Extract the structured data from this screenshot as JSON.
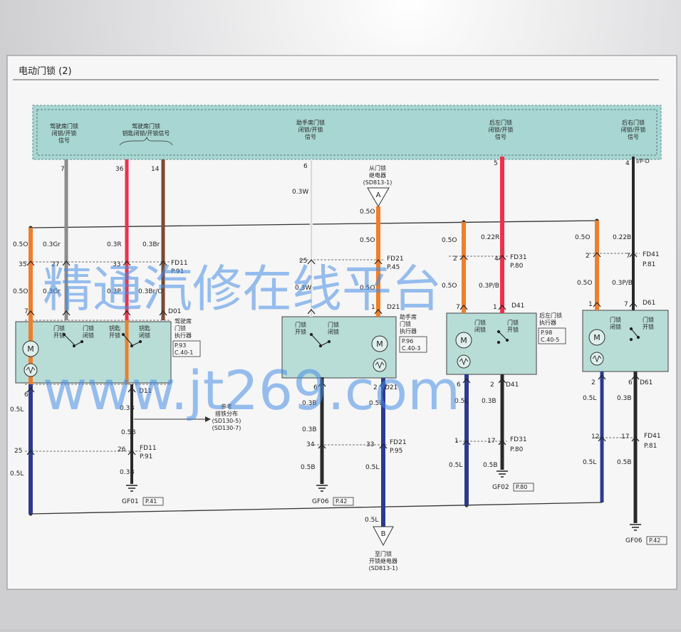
{
  "page": {
    "title": "电动门锁 (2)"
  },
  "bus_labels": {
    "driver_signal": [
      "驾驶席门锁",
      "闭锁/开锁",
      "信号"
    ],
    "driver_key_signal": [
      "驾驶席门锁",
      "钥匙闭锁/开锁信号"
    ],
    "passenger_signal": [
      "助手席门锁",
      "闭锁/开锁",
      "信号"
    ],
    "rear_left_signal": [
      "后左门锁",
      "闭锁/开锁",
      "信号"
    ],
    "rear_right_signal": [
      "后右门锁",
      "闭锁/开锁",
      "信号"
    ],
    "ipd": "I/P-D"
  },
  "relay_ref_top": {
    "lines": [
      "从门锁",
      "继电器",
      "(SD813-1)"
    ],
    "letter": "A"
  },
  "relay_ref_bottom": {
    "lines": [
      "至门锁",
      "开锁继电器",
      "(SD813-1)"
    ],
    "letter": "B"
  },
  "ground_ref": {
    "lines": [
      "参考",
      "搭铁分布",
      "(SD130-5)",
      "(SD130-7)"
    ]
  },
  "actuators": [
    {
      "name_lines": [
        "驾驶席",
        "门锁",
        "执行器"
      ],
      "ref": [
        "P.93",
        "C.40-1"
      ],
      "conn": "D01",
      "switches": [
        "门锁",
        "开锁",
        "门锁",
        "闭锁",
        "钥匙",
        "开锁",
        "钥匙",
        "闭锁"
      ]
    },
    {
      "name_lines": [
        "助手席",
        "门锁",
        "执行器"
      ],
      "ref": [
        "P.96",
        "C.40-3"
      ],
      "conn": "D21",
      "switches": [
        "门锁",
        "开锁",
        "门锁",
        "闭锁"
      ]
    },
    {
      "name_lines": [
        "后左门锁",
        "执行器"
      ],
      "ref": [
        "P.98",
        "C.40-5"
      ],
      "conn": "D41",
      "switches": [
        "门锁",
        "闭锁",
        "门锁",
        "开锁"
      ]
    },
    {
      "name_lines": [],
      "ref": [],
      "conn": "D61",
      "switches": [
        "门锁",
        "闭锁",
        "门锁",
        "开锁"
      ]
    }
  ],
  "wire_labels": [
    "7",
    "0.3Gr",
    "36",
    "14",
    "0.5O",
    "0.3R",
    "0.3Br",
    "35",
    "27",
    "33",
    "0.5O",
    "0.3Gr",
    "0.3P",
    "0.3Br/O",
    "7",
    "D01",
    "FD11",
    "P.91",
    "6",
    "0.3W",
    "25",
    "0.3W",
    "0.5O",
    "0.5O",
    "0.5O",
    "1",
    "D21",
    "FD21",
    "P.45",
    "5",
    "0.5O",
    "0.22R",
    "2",
    "4",
    "0.5O",
    "0.3P/B",
    "7",
    "1",
    "D41",
    "FD31",
    "P.80",
    "4",
    "0.5O",
    "0.22B",
    "2",
    "7",
    "0.5O",
    "0.3P/B",
    "1",
    "7",
    "D61",
    "FD41",
    "P.81",
    "6",
    "0.5L",
    "D11",
    "0.3B",
    "25",
    "26",
    "0.5B",
    "0.5L",
    "0.3B",
    "FD11",
    "P.91",
    "6",
    "0.3B",
    "2",
    "0.5L",
    "D21",
    "0.3B",
    "34",
    "33",
    "0.5B",
    "0.5L",
    "FD21",
    "P.95",
    "6",
    "0.5L",
    "2",
    "0.3B",
    "D41",
    "1",
    "17",
    "0.5L",
    "0.5B",
    "FD31",
    "P.80",
    "2",
    "0.5L",
    "6",
    "0.3B",
    "D61",
    "12",
    "17",
    "0.5L",
    "0.5B",
    "FD41",
    "P.81",
    "0.5L"
  ],
  "grounds": [
    {
      "id": "GF01",
      "page": "P.41"
    },
    {
      "id": "GF06",
      "page": "P.42"
    },
    {
      "id": "GF02",
      "page": "P.80"
    },
    {
      "id": "GF06",
      "page": "P.42"
    }
  ],
  "watermark": {
    "line1": "精通汽修在线平台",
    "line2": "www.jt269.com"
  },
  "colors": {
    "orange": "#f07e2a",
    "red": "#f0304a",
    "brown": "#7a4a35",
    "gray": "#8c8c8c",
    "white": "#f4f4f4",
    "blue": "#2c3a90",
    "black": "#2a2a2a",
    "module_fill": "#b8ddd6",
    "bus_fill": "#a8d6d2"
  },
  "icons": {
    "motor": "motor-icon",
    "thermistor": "ptc-icon",
    "ground": "ground-icon",
    "connector": "connector-chevron-icon"
  }
}
